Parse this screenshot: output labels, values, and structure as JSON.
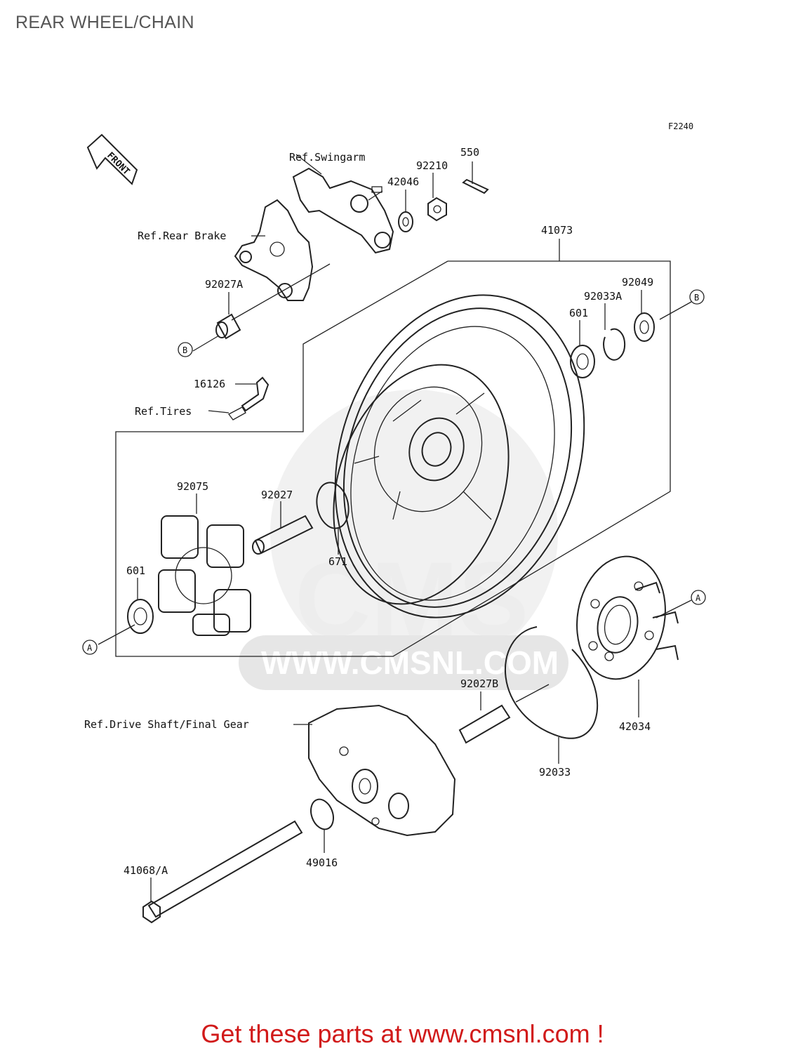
{
  "page_title": "REAR WHEEL/CHAIN",
  "figure_code": "F2240",
  "front_arrow_text": "FRONT",
  "watermark": {
    "brand": "CMS",
    "url": "WWW.CMSNL.COM"
  },
  "references": {
    "swingarm": "Ref.Swingarm",
    "rear_brake": "Ref.Rear Brake",
    "tires": "Ref.Tires",
    "drive_shaft": "Ref.Drive Shaft/Final Gear"
  },
  "callouts": {
    "a": "A",
    "b": "B"
  },
  "part_numbers": {
    "p550": "550",
    "p92210": "92210",
    "p42046": "42046",
    "p41073": "41073",
    "p92027A": "92027A",
    "p92049": "92049",
    "p92033A": "92033A",
    "p601_hub": "601",
    "p16126": "16126",
    "p92075": "92075",
    "p92027": "92027",
    "p671": "671",
    "p601_damper": "601",
    "p92027B": "92027B",
    "p42034": "42034",
    "p92033": "92033",
    "p49016": "49016",
    "p41068A": "41068/A"
  },
  "footer_cta": "Get these parts at www.cmsnl.com !"
}
